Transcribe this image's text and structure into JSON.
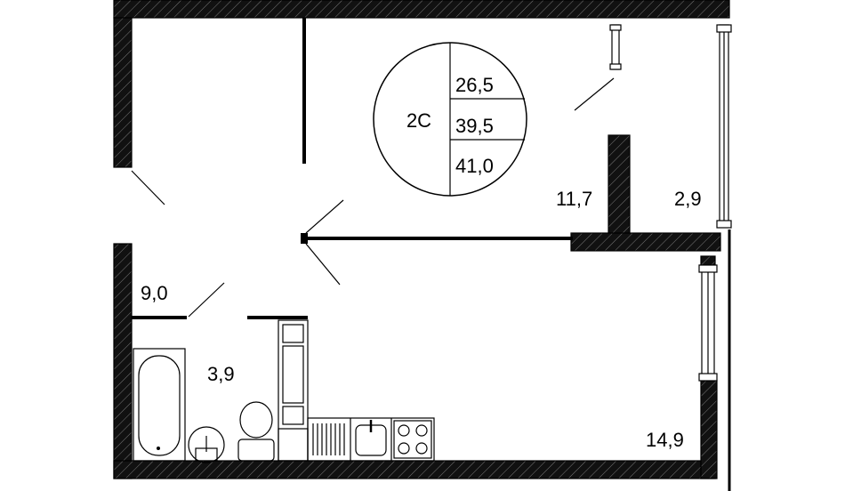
{
  "plan": {
    "type": "2C",
    "areas": [
      "26,5",
      "39,5",
      "41,0"
    ]
  },
  "rooms": {
    "hall": "9,0",
    "bathroom": "3,9",
    "living": "11,7",
    "balcony": "2,9",
    "kitchen": "14,9"
  }
}
